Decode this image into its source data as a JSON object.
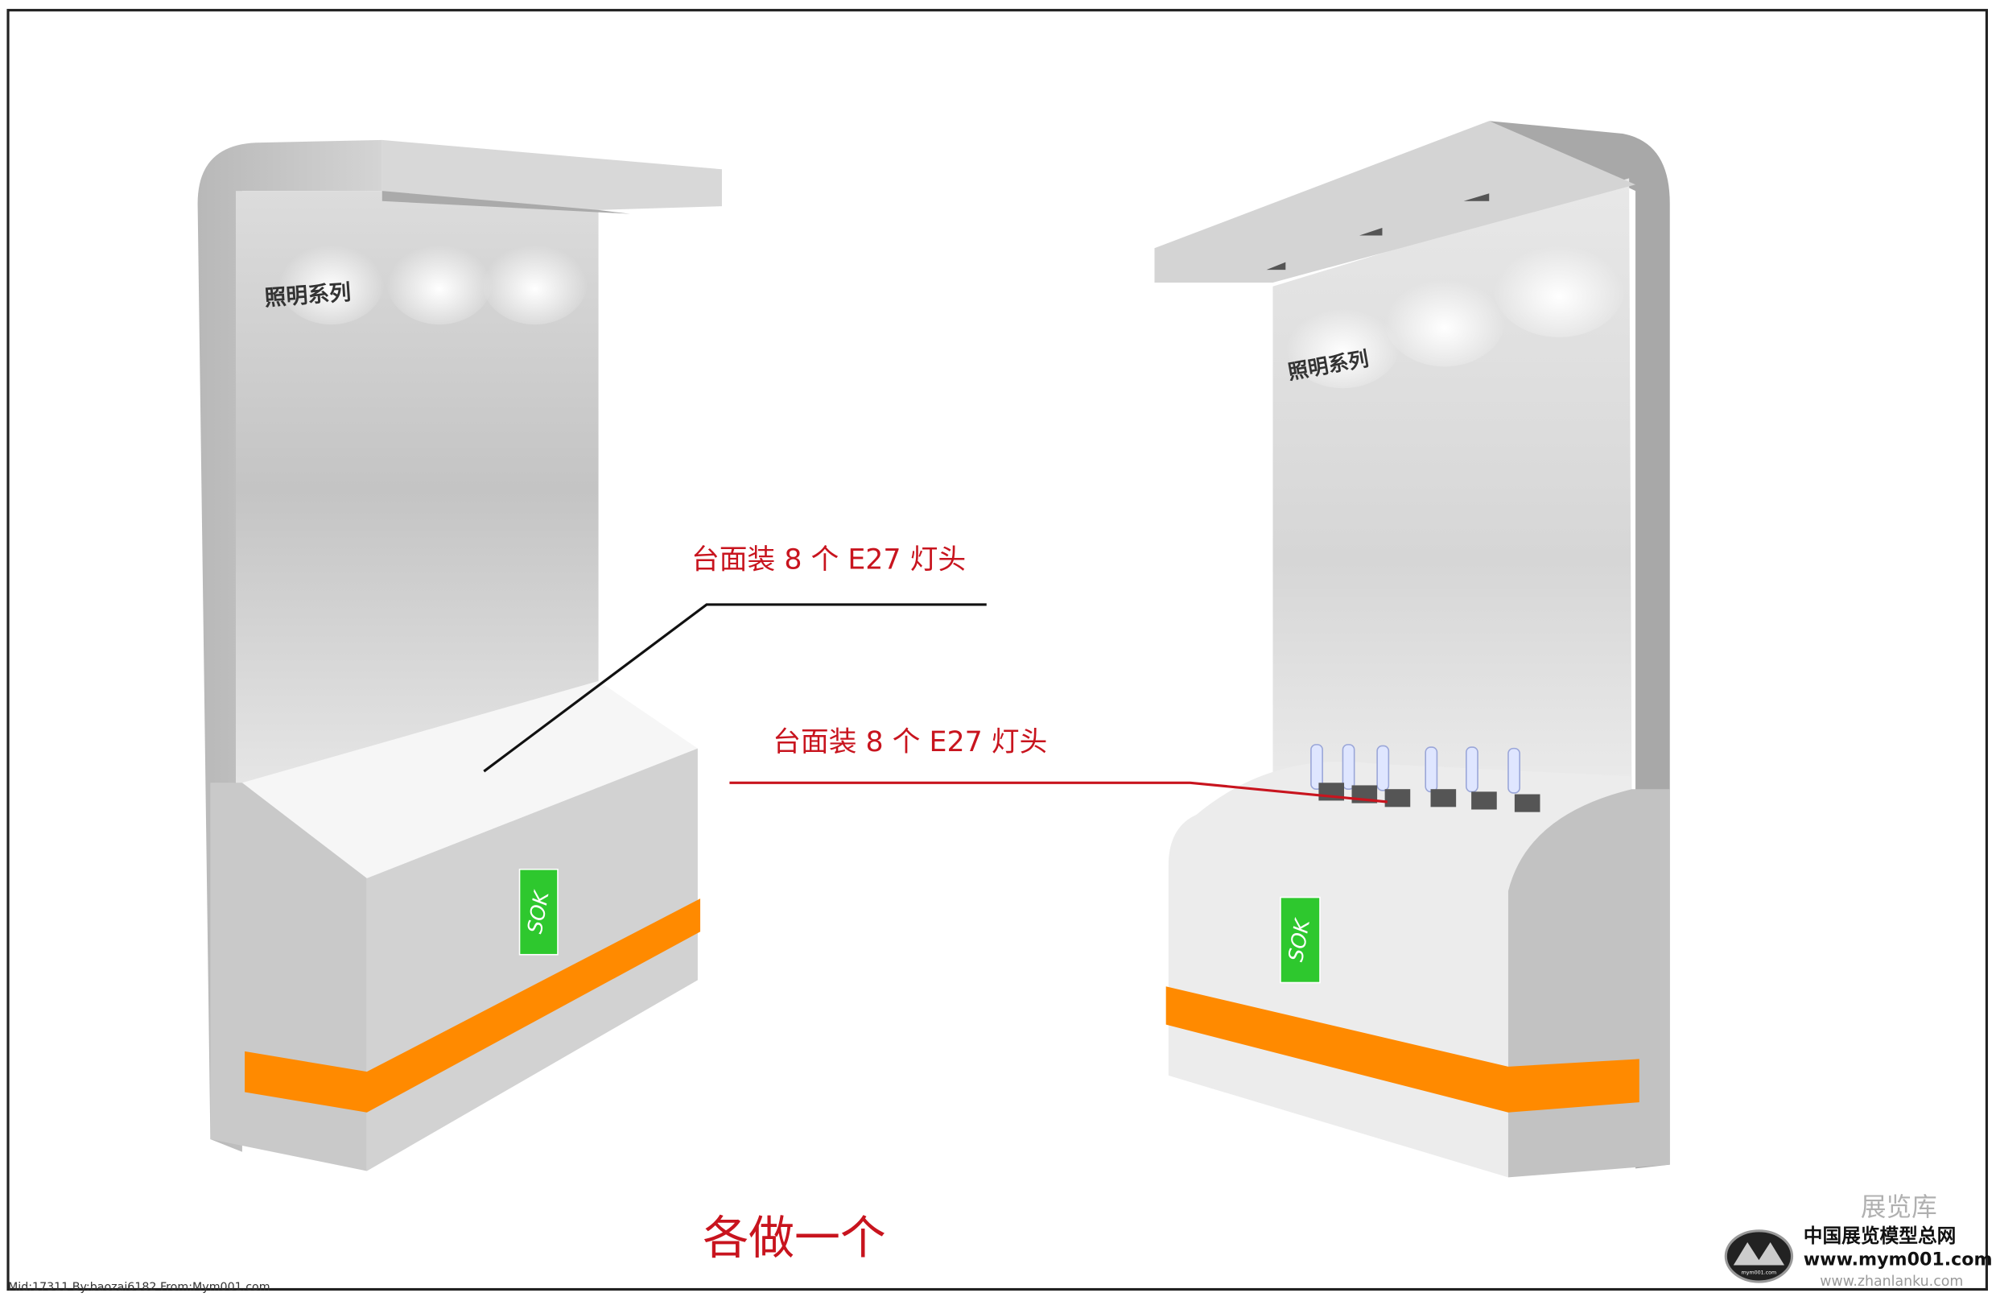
{
  "left_stand": {
    "series_label": "照明系列",
    "logo_text": "SOK",
    "callout": "台面装 8 个 E27 灯头"
  },
  "right_stand": {
    "series_label": "照明系列",
    "logo_text": "SOK",
    "callout": "台面装 8 个 E27 灯头"
  },
  "footer_note": "各做一个",
  "watermark_id": "Mid:17311 By:baozai6182 From:Mym001.com",
  "site_logo": {
    "badge_text": "mym001.com",
    "name": "中国展览模型总网",
    "url": "www.mym001.com",
    "overlay_name": "展览库",
    "overlay_url": "www.zhanlanku.com"
  },
  "colors": {
    "orange_band": "#ff8a00",
    "sok_green": "#2ec82e",
    "annotation_red": "#c8141e"
  }
}
